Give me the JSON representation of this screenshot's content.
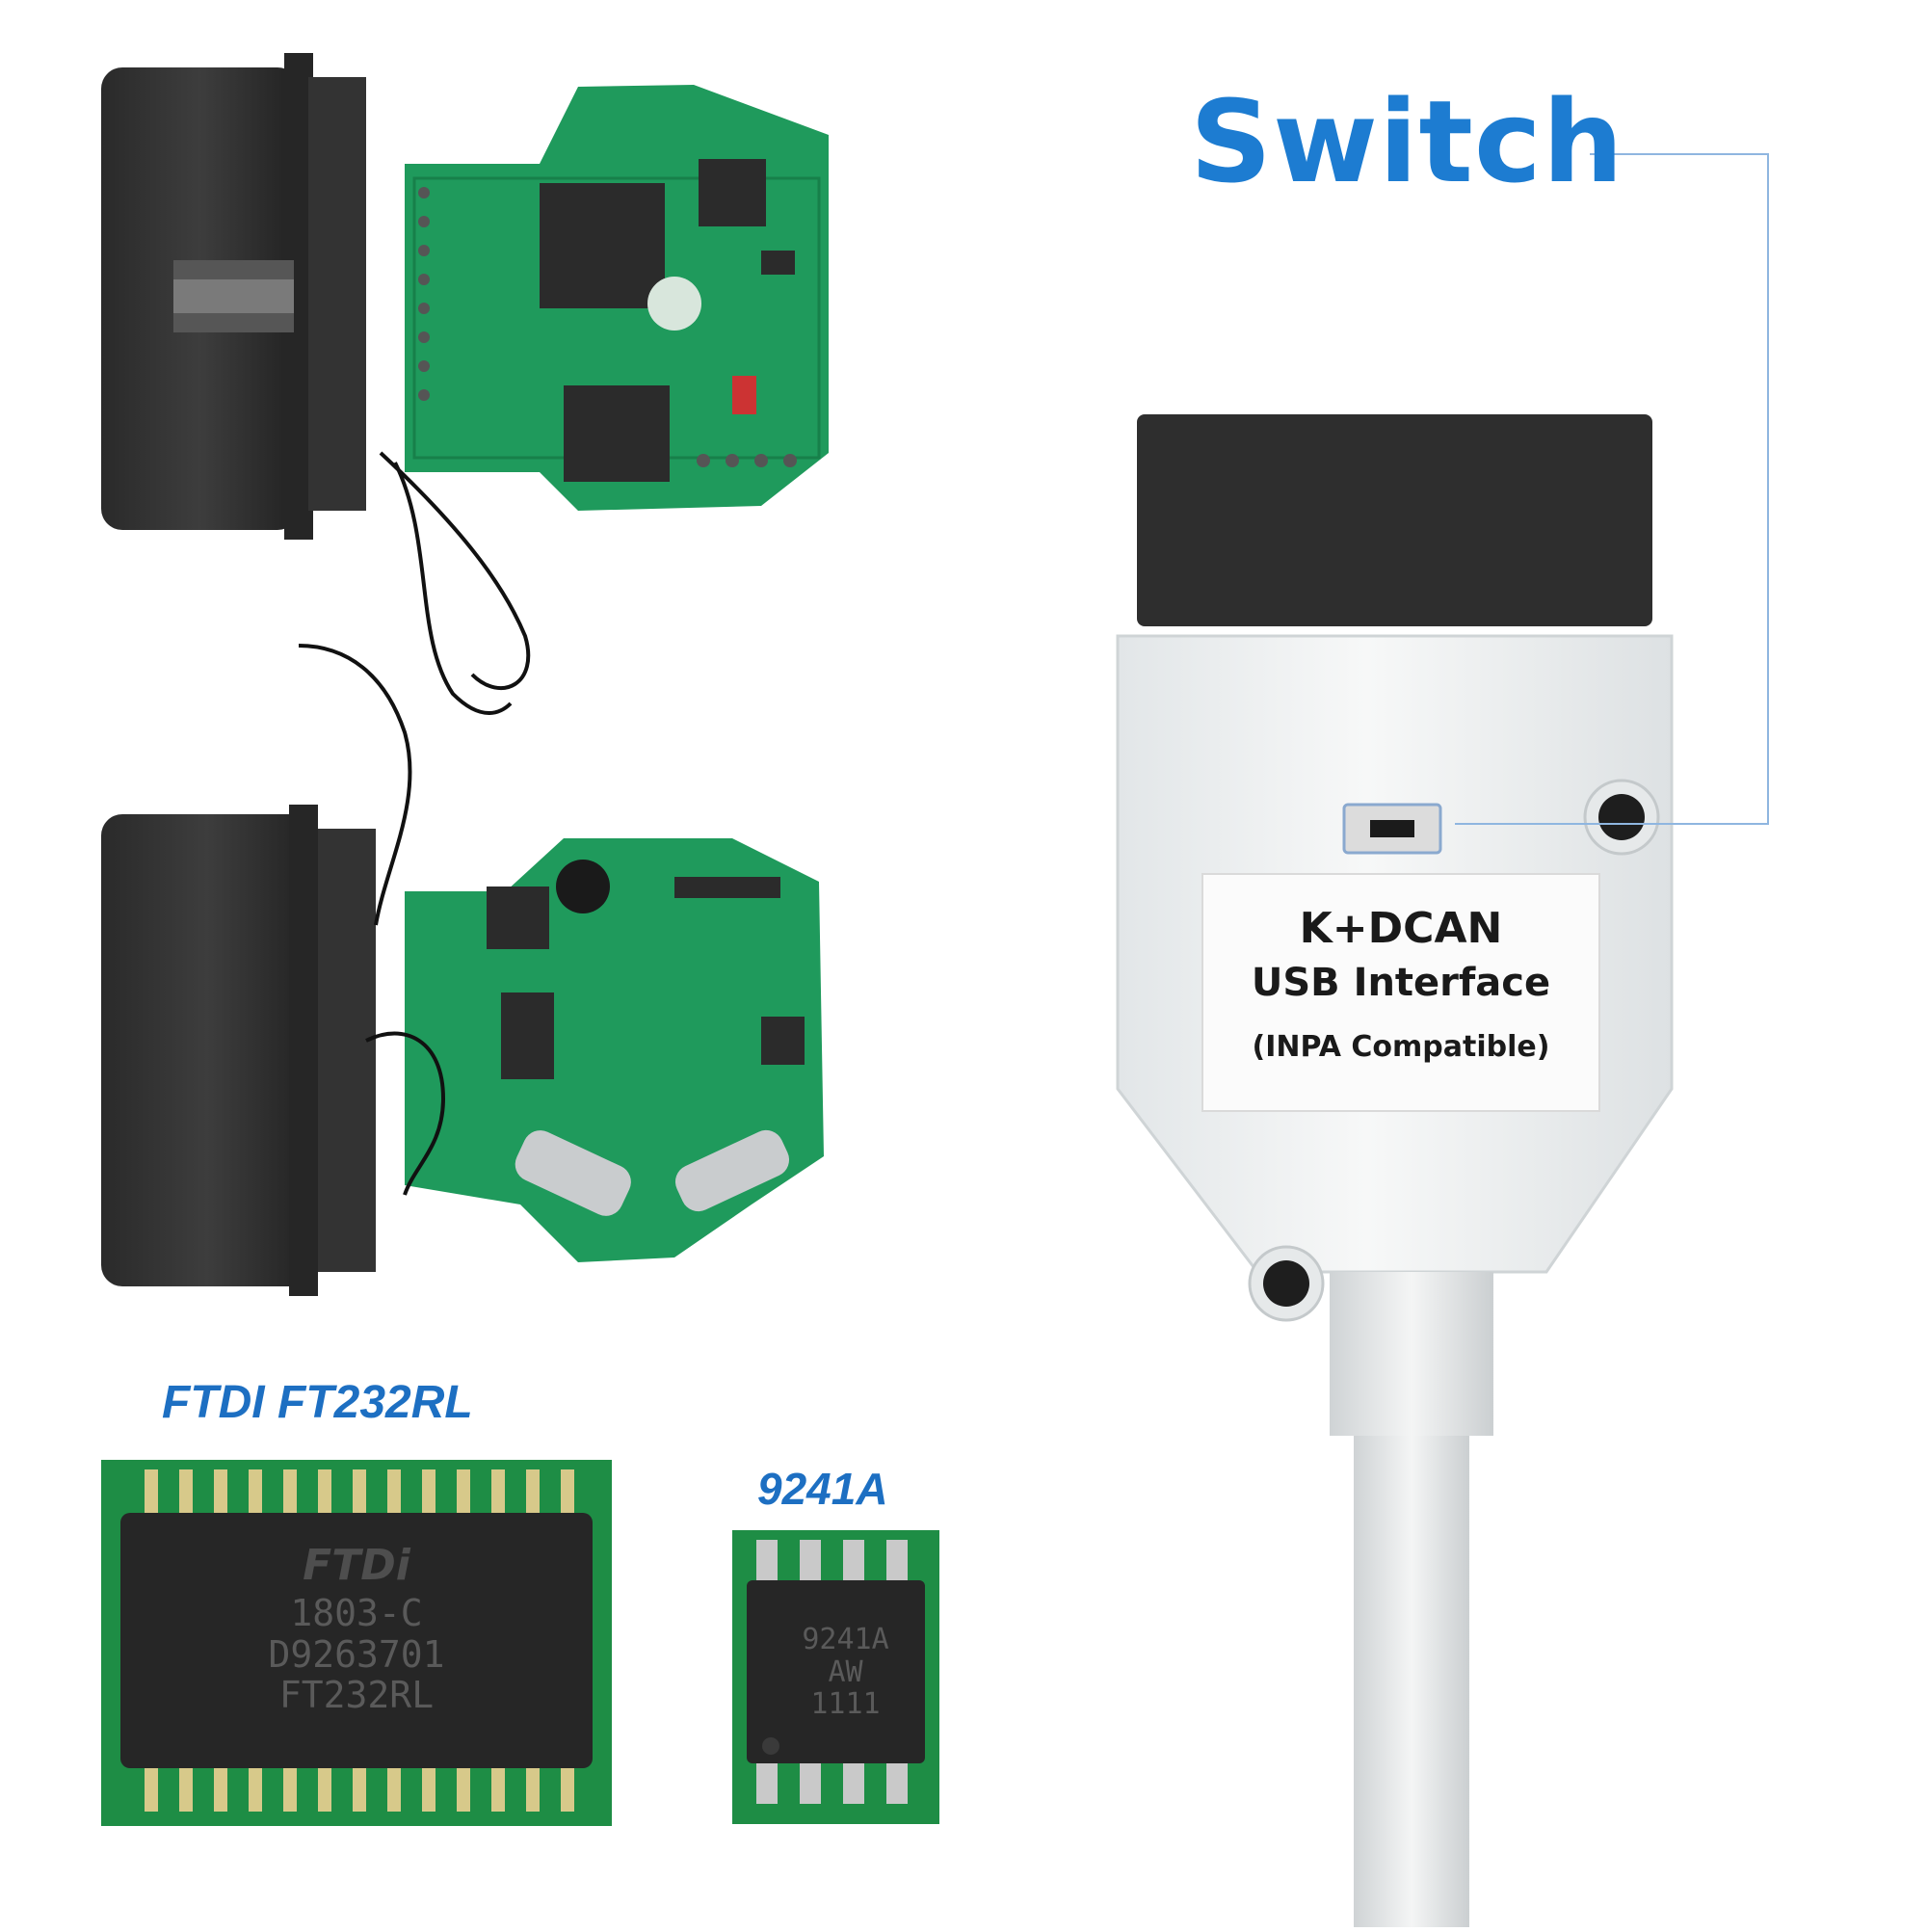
{
  "labels": {
    "switch": "Switch",
    "chip1": "FTDI FT232RL",
    "chip2": "9241A"
  },
  "sticker": {
    "line1": "K+DCAN",
    "line2": "USB Interface",
    "line3": "(INPA Compatible)"
  },
  "ftdi_chip": {
    "brand": "FTDi",
    "line1": "1803-C",
    "line2": "D9263701",
    "line3": "FT232RL"
  },
  "chip_9241": {
    "line1": "9241A",
    "line2": "AW",
    "line3": "1111"
  },
  "colors": {
    "label_blue": "#1d7cd1",
    "pcb_green": "#1f9a5c",
    "connector_black": "#2b2b2b"
  }
}
